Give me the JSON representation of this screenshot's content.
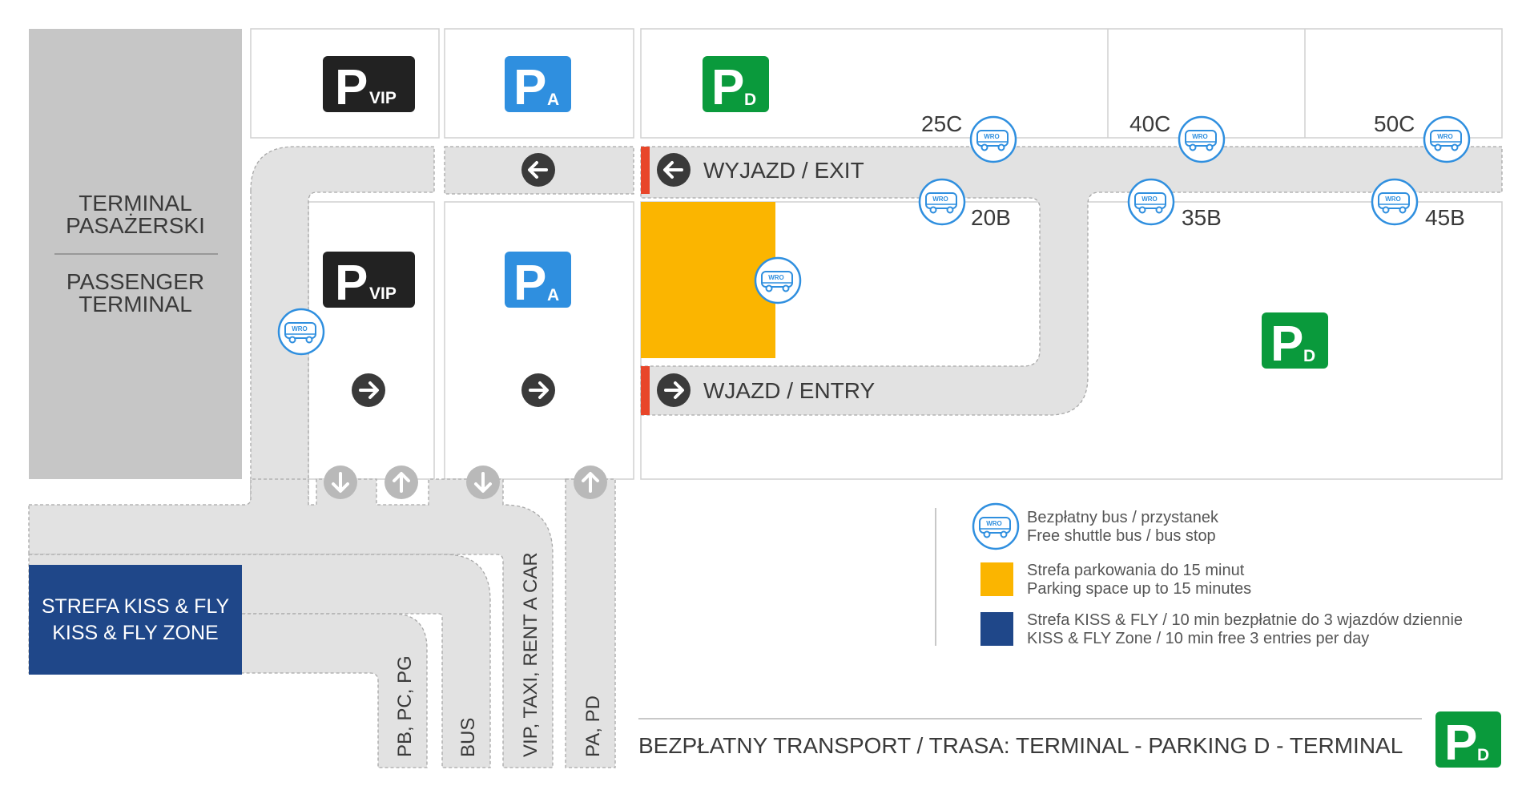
{
  "terminal": {
    "pl_line1": "TERMINAL",
    "pl_line2": "PASAŻERSKI",
    "en_line1": "PASSENGER",
    "en_line2": "TERMINAL"
  },
  "parking_signs": {
    "letter": "P",
    "vip_sub": "VIP",
    "a_sub": "A",
    "d_sub": "D"
  },
  "roads": {
    "exit_label": "WYJAZD / EXIT",
    "entry_label": "WJAZD / ENTRY"
  },
  "bus_stops": {
    "icon_text": "WRO",
    "stop_25c": "25C",
    "stop_40c": "40C",
    "stop_50c": "50C",
    "stop_20b": "20B",
    "stop_35b": "35B",
    "stop_45b": "45B"
  },
  "kiss_fly": {
    "line1": "STREFA KISS & FLY",
    "line2": "KISS & FLY ZONE"
  },
  "lanes": {
    "lane1": "PB, PC, PG",
    "lane2": "BUS",
    "lane3": "VIP, TAXI, RENT A CAR",
    "lane4": "PA, PD"
  },
  "legend": {
    "bus_pl": "Bezpłatny bus / przystanek",
    "bus_en": "Free shuttle bus / bus stop",
    "parking15_pl": "Strefa parkowania do 15 minut",
    "parking15_en": "Parking space up to 15 minutes",
    "kiss_pl": "Strefa KISS & FLY / 10 min bezpłatnie do 3 wjazdów dziennie",
    "kiss_en": "KISS & FLY Zone / 10 min free 3 entries per day"
  },
  "footer": {
    "route": "BEZPŁATNY TRANSPORT / TRASA: TERMINAL - PARKING D - TERMINAL"
  },
  "colors": {
    "vip": "#222222",
    "parking_a": "#2f8fdf",
    "parking_d": "#0a9a3c",
    "short_stay": "#fbb500",
    "kiss_fly": "#1f4789",
    "terminal": "#c6c6c6",
    "road": "#e2e2e2",
    "entry_marker": "#e8462a",
    "bus_icon": "#2f8fdf"
  },
  "icons": [
    "bus-stop-icon",
    "arrow-left-icon",
    "arrow-right-icon",
    "arrow-up-icon",
    "arrow-down-icon"
  ]
}
